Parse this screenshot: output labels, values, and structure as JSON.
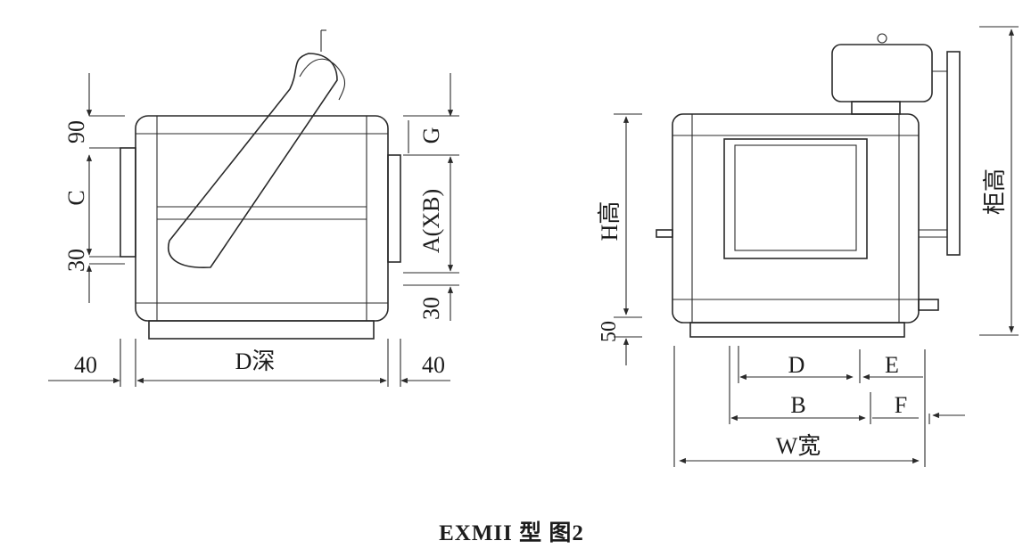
{
  "caption": "EXMII 型 图2",
  "left_view": {
    "dim_top": "90",
    "dim_c": "C",
    "dim_bottom": "30",
    "dim_g": "G",
    "dim_a": "A(XB)",
    "dim_right_bottom": "30",
    "dim_depth": "D深",
    "dim_left_offset": "40",
    "dim_right_offset": "40"
  },
  "right_view": {
    "dim_height": "H高",
    "dim_base": "50",
    "dim_cabinet_height": "柜高",
    "dim_d": "D",
    "dim_e": "E",
    "dim_b": "B",
    "dim_f": "F",
    "dim_width": "W宽"
  }
}
